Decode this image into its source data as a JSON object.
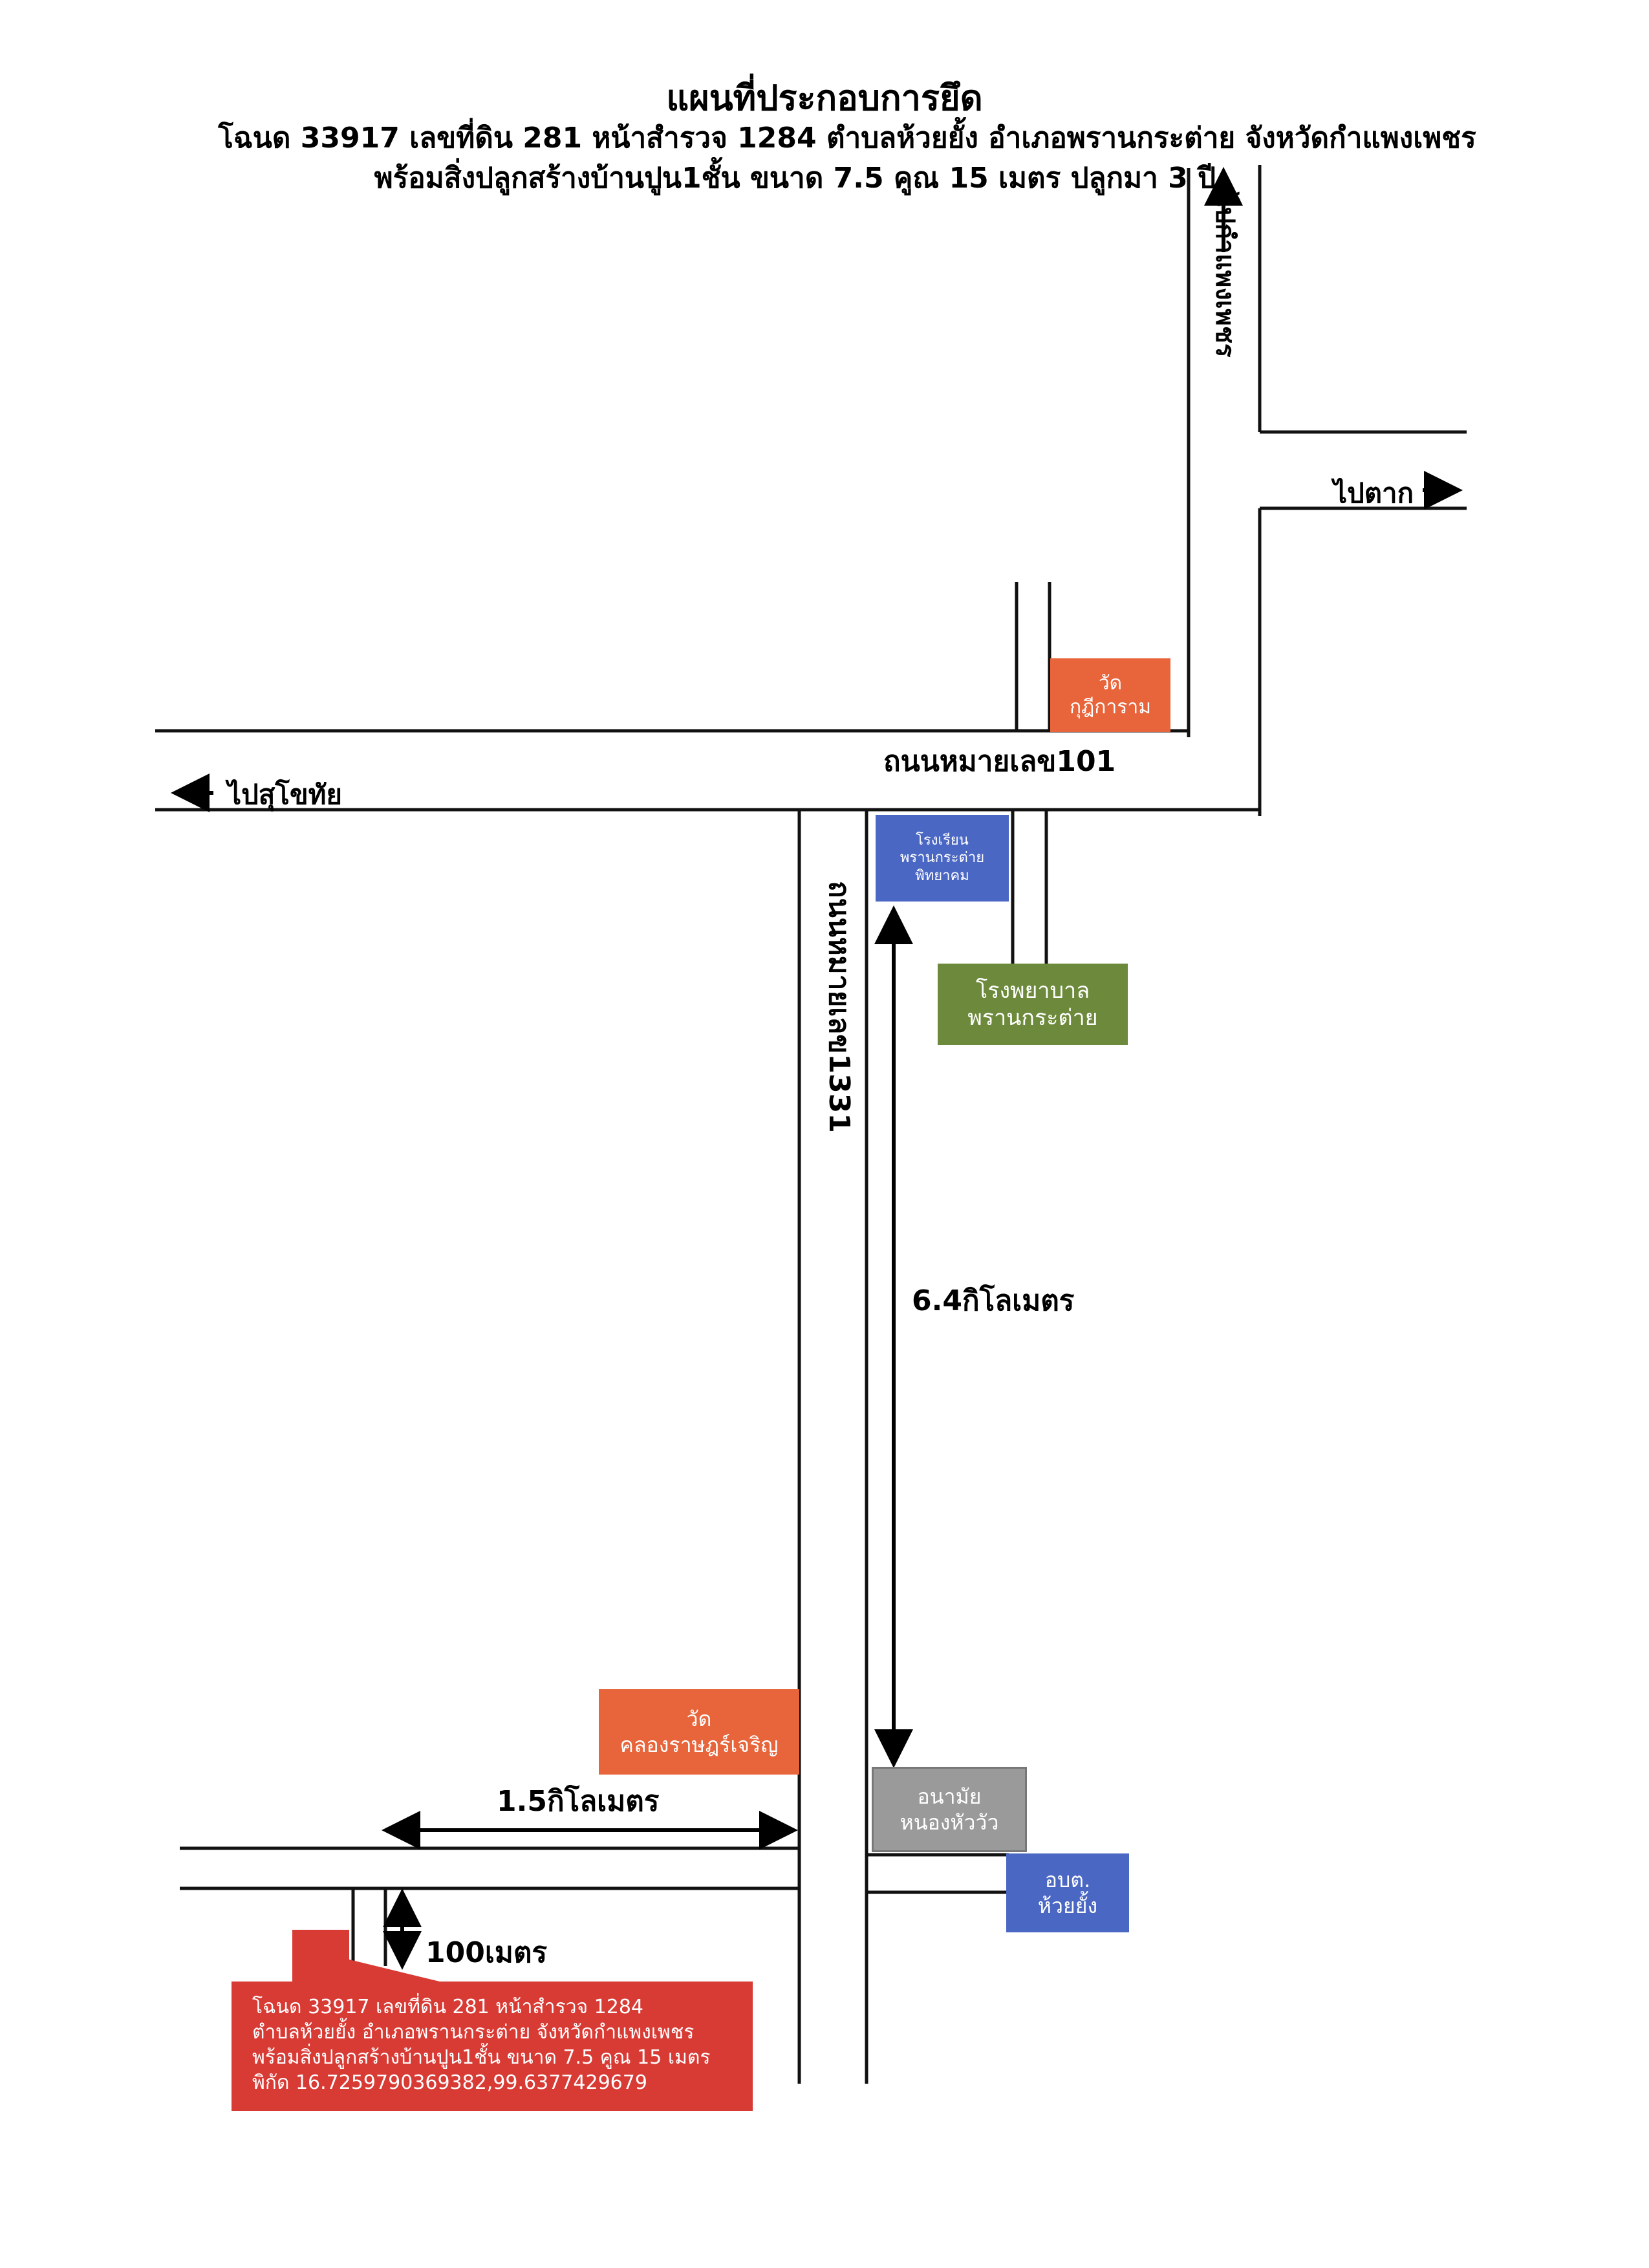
{
  "title": "แผนที่ประกอบการยึด",
  "subtitle_line1": "โฉนด 33917 เลขที่ดิน 281 หน้าสำรวจ 1284 ตำบลห้วยยั้ง อำเภอพรานกระต่าย จังหวัดกำแพงเพชร",
  "subtitle_line2": "พร้อมสิ่งปลูกสร้างบ้านปูน1ชั้น ขนาด 7.5 คูณ 15 เมตร ปลูกมา 3 ปี",
  "directions": {
    "to_kamphaeng_phet": "ไปกำแพงเพชร",
    "to_tak": "ไปตาก",
    "to_sukhothai": "ไปสุโขทัย"
  },
  "roads": {
    "road_101": "ถนนหมายเลข101",
    "road_1331": "ถนนหมายเลข1331"
  },
  "distances": {
    "d_6_4km": "6.4กิโลเมตร",
    "d_1_5km": "1.5กิโลเมตร",
    "d_100m": "100เมตร"
  },
  "landmarks": {
    "wat_kuti": {
      "line1": "วัด",
      "line2": "กุฎีการาม",
      "color": "#e8643a"
    },
    "school": {
      "line1": "โรงเรียน",
      "line2": "พรานกระต่าย",
      "line3": "พิทยาคม",
      "color": "#4a67c4"
    },
    "hospital": {
      "line1": "โรงพยาบาล",
      "line2": "พรานกระต่าย",
      "color": "#6d8a3c"
    },
    "wat_khlong": {
      "line1": "วัด",
      "line2": "คลองราษฎร์เจริญ",
      "color": "#e8643a"
    },
    "anamai": {
      "line1": "อนามัย",
      "line2": "หนองหัววัว",
      "color": "#9a9a9a"
    },
    "obt": {
      "line1": "อบต.",
      "line2": "ห้วยยั้ง",
      "color": "#4a67c4"
    }
  },
  "property": {
    "line1": "โฉนด 33917 เลขที่ดิน 281 หน้าสำรวจ 1284",
    "line2": "ตำบลห้วยยั้ง อำเภอพรานกระต่าย จังหวัดกำแพงเพชร",
    "line3": "พร้อมสิ่งปลูกสร้างบ้านปูน1ชั้น ขนาด 7.5 คูณ 15 เมตร",
    "line4": "พิกัด 16.7259790369382,99.6377429679",
    "color": "#d83a34"
  }
}
